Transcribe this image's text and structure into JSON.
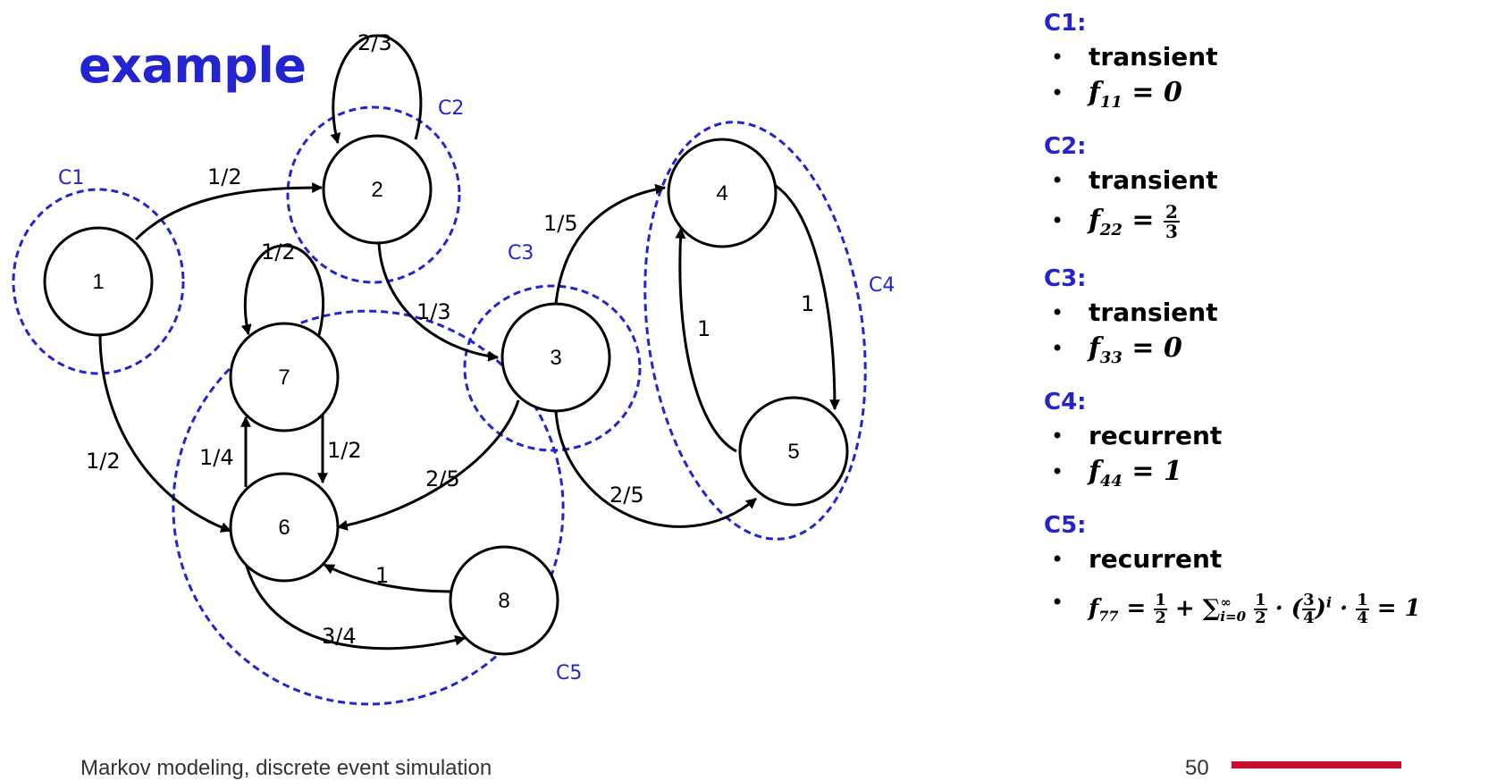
{
  "slide": {
    "title": "example",
    "footer_text": "Markov modeling, discrete event simulation",
    "page_number": "50"
  },
  "graph": {
    "nodes": [
      {
        "id": "1",
        "label": "1"
      },
      {
        "id": "2",
        "label": "2"
      },
      {
        "id": "3",
        "label": "3"
      },
      {
        "id": "4",
        "label": "4"
      },
      {
        "id": "5",
        "label": "5"
      },
      {
        "id": "6",
        "label": "6"
      },
      {
        "id": "7",
        "label": "7"
      },
      {
        "id": "8",
        "label": "8"
      }
    ],
    "edges": [
      {
        "from": "1",
        "to": "2",
        "label": "1/2"
      },
      {
        "from": "1",
        "to": "6",
        "label": "1/2"
      },
      {
        "from": "2",
        "to": "2",
        "label": "2/3"
      },
      {
        "from": "2",
        "to": "3",
        "label": "1/3"
      },
      {
        "from": "3",
        "to": "4",
        "label": "1/5"
      },
      {
        "from": "3",
        "to": "6",
        "label": "2/5"
      },
      {
        "from": "3",
        "to": "5",
        "label": "2/5"
      },
      {
        "from": "4",
        "to": "5",
        "label": "1"
      },
      {
        "from": "5",
        "to": "4",
        "label": "1"
      },
      {
        "from": "7",
        "to": "7",
        "label": "1/2"
      },
      {
        "from": "7",
        "to": "6",
        "label": "1/2"
      },
      {
        "from": "6",
        "to": "7",
        "label": "1/4"
      },
      {
        "from": "6",
        "to": "8",
        "label": "3/4"
      },
      {
        "from": "8",
        "to": "6",
        "label": "1"
      }
    ],
    "clusters": [
      {
        "id": "C1",
        "label": "C1"
      },
      {
        "id": "C2",
        "label": "C2"
      },
      {
        "id": "C3",
        "label": "C3"
      },
      {
        "id": "C4",
        "label": "C4"
      },
      {
        "id": "C5",
        "label": "C5"
      }
    ],
    "colors": {
      "cluster": "#2323d0",
      "edge": "#000000"
    }
  },
  "panel": {
    "sections": [
      {
        "heading": "C1:",
        "status": "transient",
        "formula_text": "f11 = 0"
      },
      {
        "heading": "C2:",
        "status": "transient",
        "formula_text": "f22 = 2/3"
      },
      {
        "heading": "C3:",
        "status": "transient",
        "formula_text": "f33 = 0"
      },
      {
        "heading": "C4:",
        "status": "recurrent",
        "formula_text": "f44 = 1"
      },
      {
        "heading": "C5:",
        "status": "recurrent",
        "formula_text": "f77 = 1/2 + Σ∞i=0 1/2 · (3/4)i · 1/4 = 1"
      }
    ]
  }
}
